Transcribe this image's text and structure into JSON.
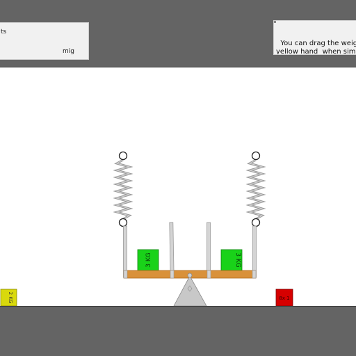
{
  "top_left_panel": {
    "line1": "ts",
    "line2": "mig"
  },
  "top_right_panel": {
    "instructions": "You can drag the weigh\nyellow hand  when sim\nplay"
  },
  "weights": {
    "left_on_beam": "3 KG",
    "right_on_beam": "3 KG",
    "yellow_ground": "2 KG",
    "red_ground": "8x 1"
  },
  "colors": {
    "bar_gray": "#646464",
    "beam_wood": "#d9913a",
    "weight_green": "#19d219",
    "weight_yellow": "#d9d90d",
    "weight_red": "#d60000",
    "pivot_gray": "#c8c8c8",
    "spring_gray": "#9a9a9a"
  }
}
